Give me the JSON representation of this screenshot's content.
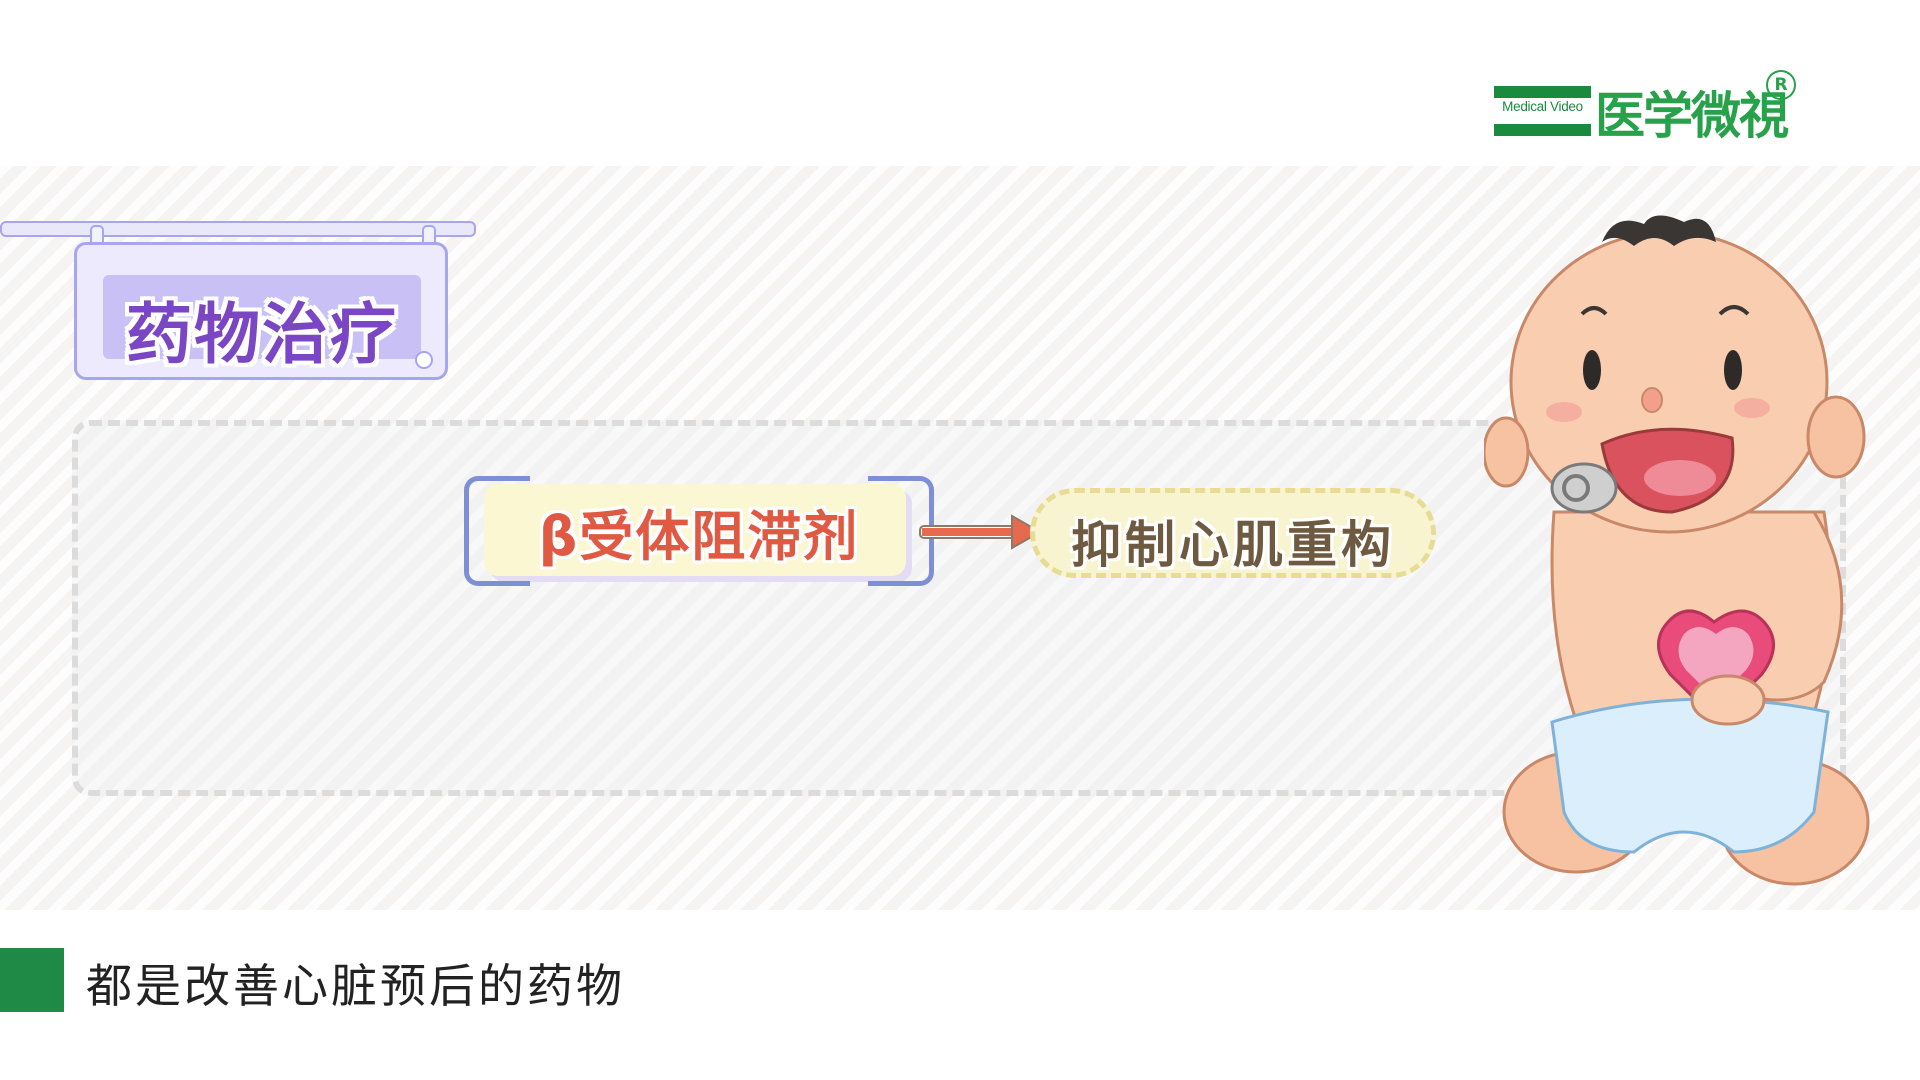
{
  "logo": {
    "badge_text": "Medical Video",
    "brand_name": "医学微視",
    "registered_mark": "R"
  },
  "title_sign": {
    "text": "药物治疗"
  },
  "diagram": {
    "drug": "β受体阻滞剂",
    "effect": "抑制心肌重构"
  },
  "caption": {
    "text": "都是改善心脏预后的药物"
  },
  "colors": {
    "brand_green": "#1a8a3f",
    "title_purple": "#7a46c4",
    "drug_text": "#e05a43",
    "effect_text": "#6e5a40",
    "caption_bar": "#1f8a45"
  },
  "icons": [
    "heart-icon",
    "pacifier-icon",
    "arrow-right-icon"
  ]
}
